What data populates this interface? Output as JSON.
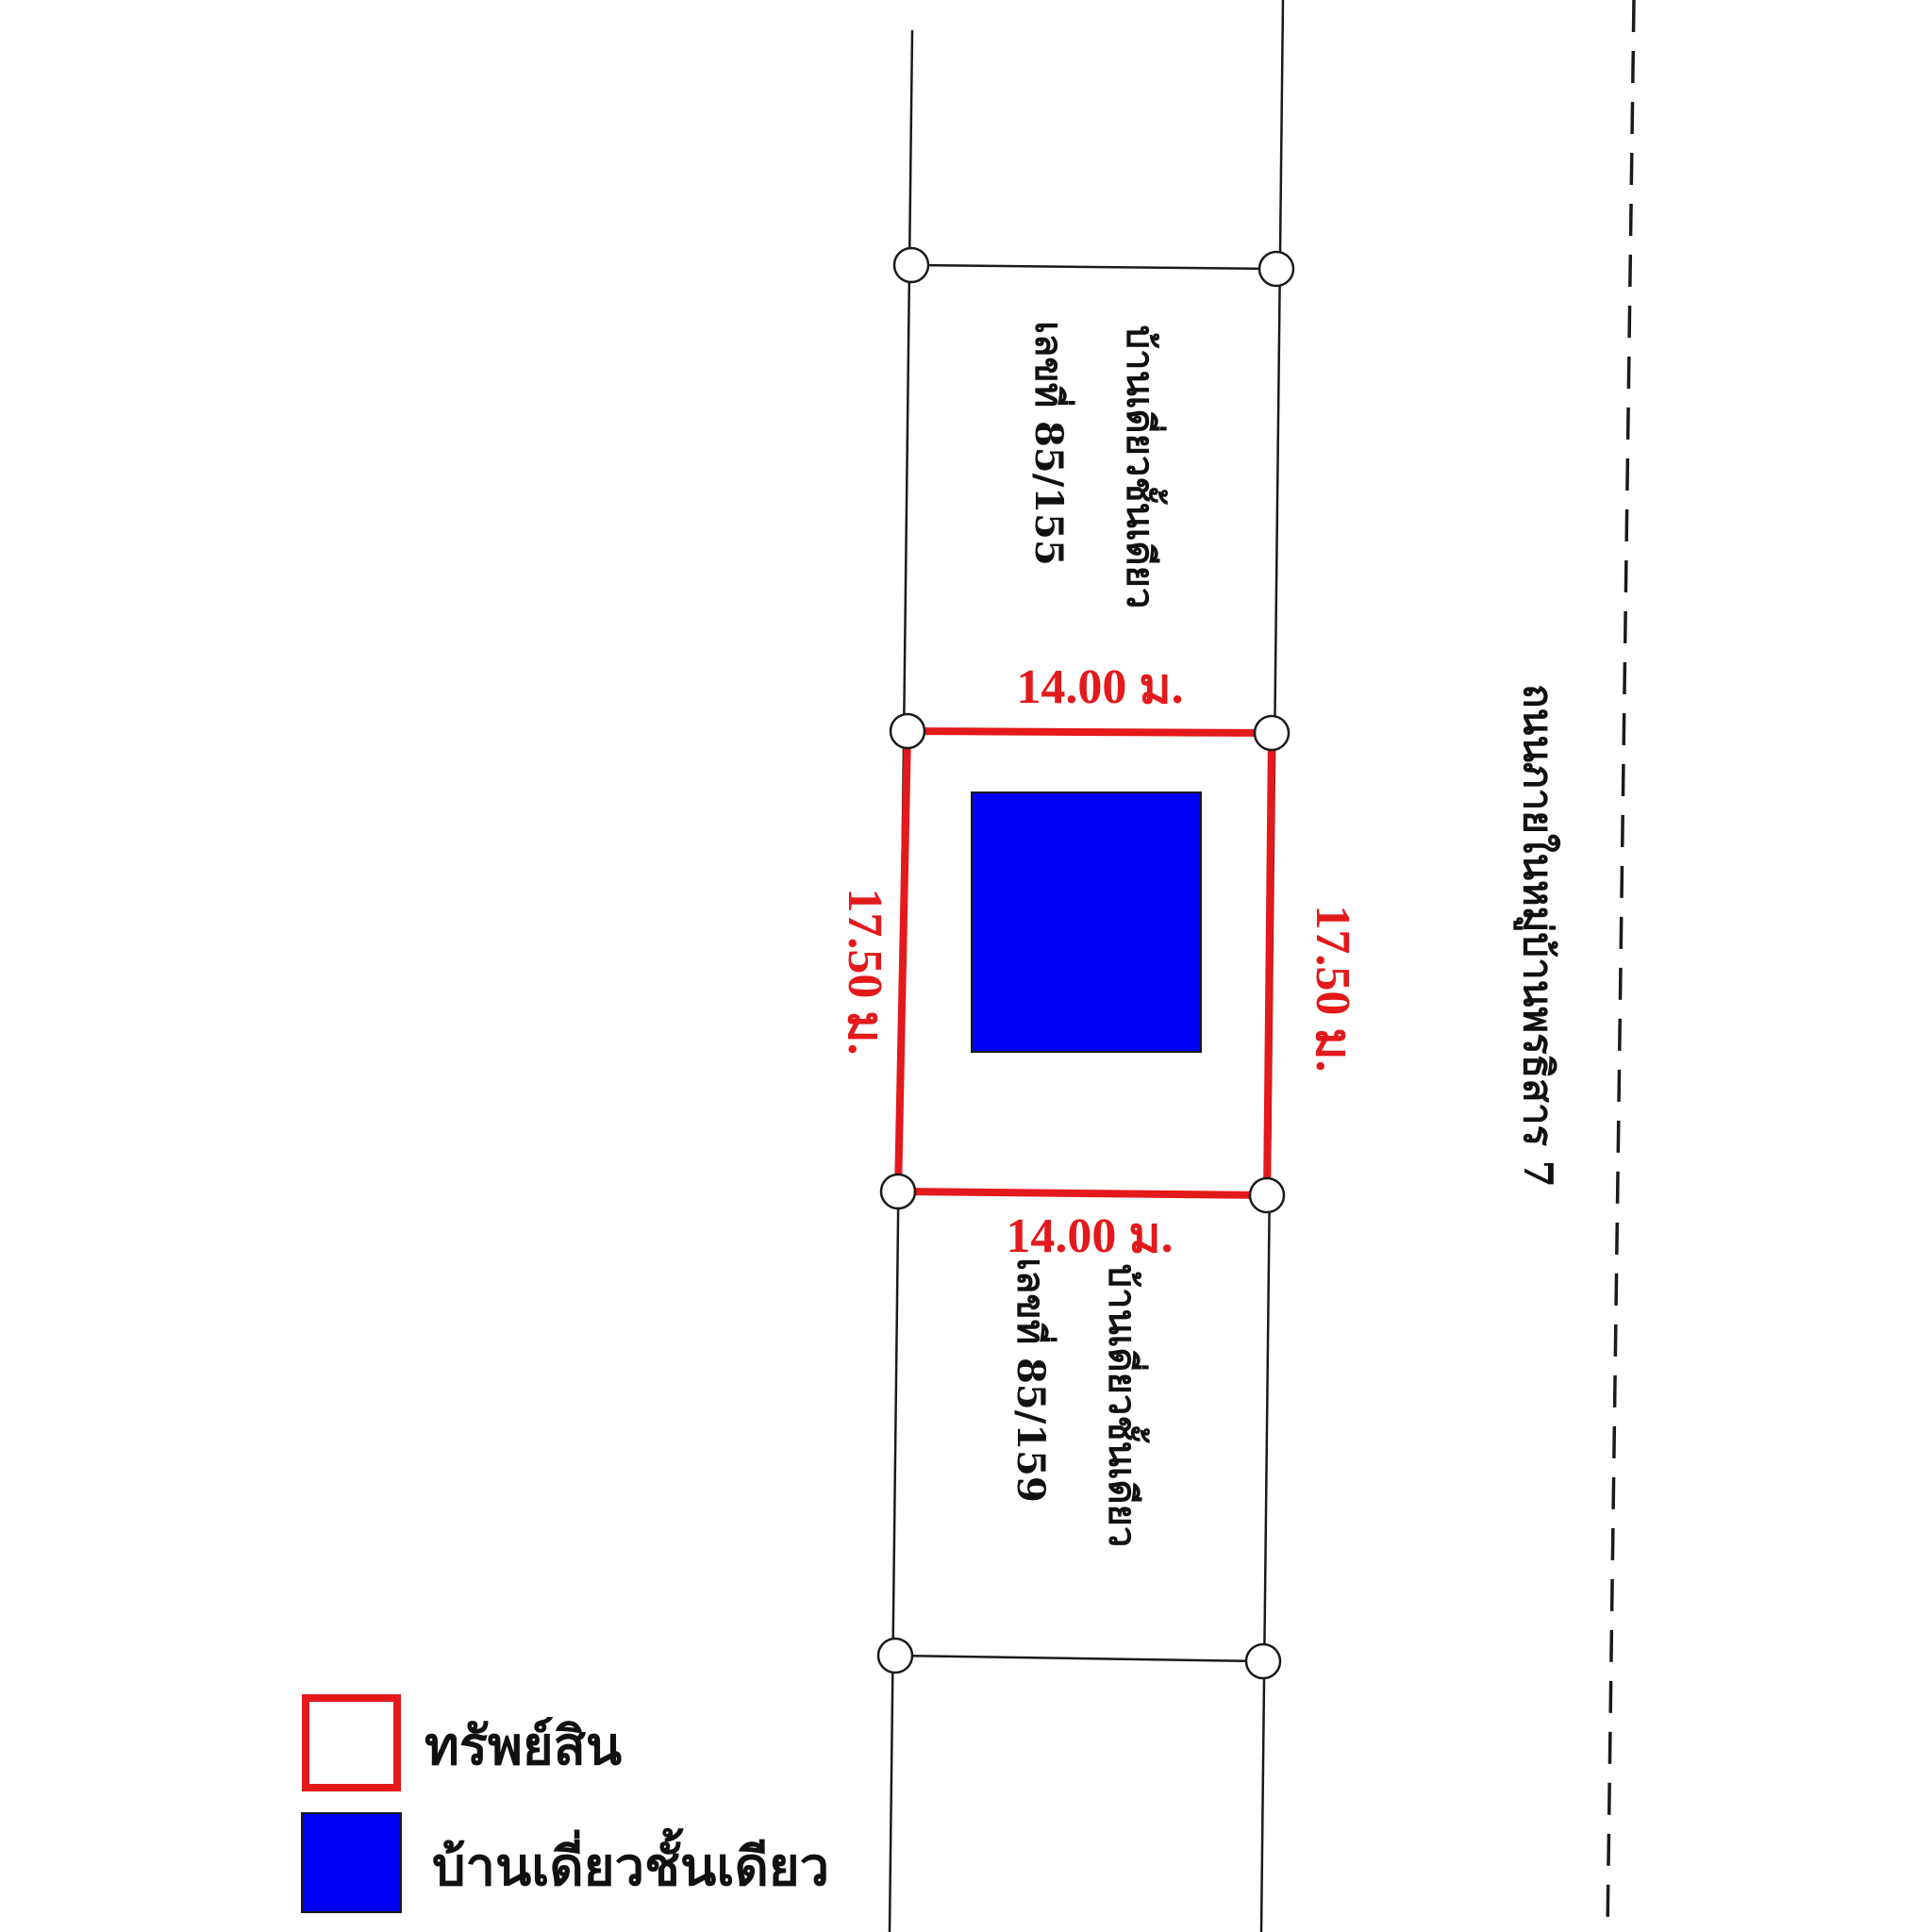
{
  "property": {
    "top_width": "14.00 ม.",
    "bottom_width": "14.00 ม.",
    "left_depth": "17.50 ม.",
    "right_depth": "17.50 ม."
  },
  "neighbors": {
    "north": {
      "line1": "บ้านเดี่ยวชั้นเดียว",
      "line2": "เลขที่ 85/155"
    },
    "south": {
      "line1": "บ้านเดี่ยวชั้นเดียว",
      "line2": "เลขที่ 85/159"
    }
  },
  "road": {
    "label": "ถนนภายในหมู่บ้านพรธิสาร 7"
  },
  "legend": {
    "property_label": "ทรัพย์สิน",
    "house_label": "บ้านเดี่ยวชั้นเดียว"
  },
  "colors": {
    "property_outline": "#e3191b",
    "house_fill": "#0000f5",
    "lines": "#1a1a1a"
  }
}
